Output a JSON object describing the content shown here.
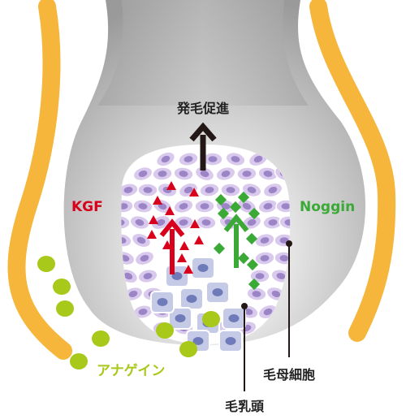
{
  "labels": {
    "hair_growth": "発毛促進",
    "kgf": "KGF",
    "noggin": "Noggin",
    "anagein": "アナゲイン",
    "hair_matrix_cells": "毛母細胞",
    "dermal_papilla": "毛乳頭"
  },
  "colors": {
    "kgf": "#d9001b",
    "noggin": "#3aa935",
    "anagein": "#a8c81a",
    "sheath": "#f6b53b",
    "bulb_gray": "#a9a9a9",
    "matrix_cell_fill": "#d9c9ec",
    "matrix_cell_nucleus": "#9b85c6",
    "papilla_cell_fill": "#c5cbe6",
    "papilla_cell_nucleus": "#6f7ab8",
    "arrow_dark": "#231815"
  },
  "icons": {
    "growth_arrow": "up-arrow-icon",
    "kgf_factor": "red-triangle-icon",
    "noggin_factor": "green-diamond-icon",
    "anagein_dot": "green-circle-icon"
  }
}
